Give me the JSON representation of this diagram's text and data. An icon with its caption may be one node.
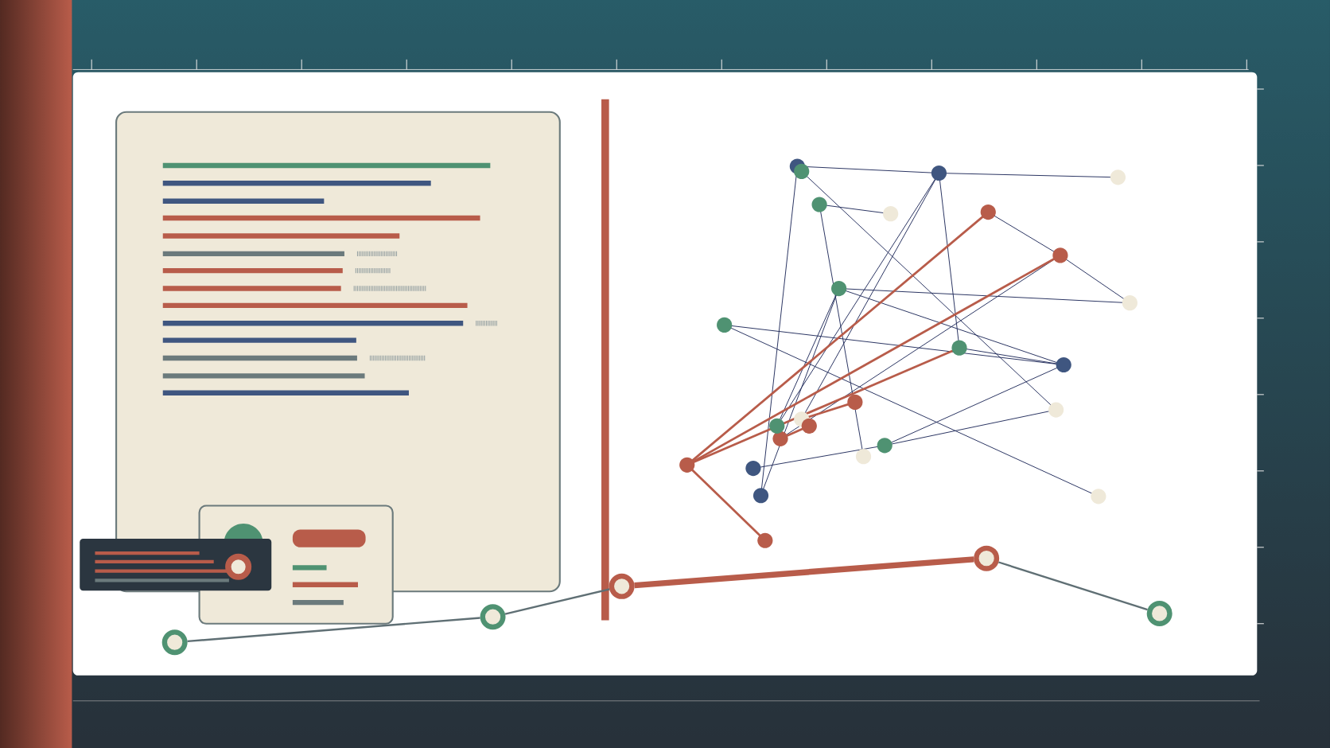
{
  "diagram": {
    "nodes": [
      {
        "text": [],
        "shape": "circle"
      },
      {
        "text": [],
        "shape": "circle"
      },
      {
        "text": [],
        "shape": "circle"
      },
      {
        "text": [],
        "shape": "circle"
      },
      {
        "text": [],
        "shape": "circle"
      }
    ],
    "edges": [
      {
        "from": 0,
        "to": 1,
        "arrow": "none"
      },
      {
        "from": 1,
        "to": 2,
        "arrow": "none"
      },
      {
        "from": 2,
        "to": 3,
        "arrow": "none",
        "style": "thick",
        "color": "#b85c4a"
      },
      {
        "from": 3,
        "to": 4,
        "arrow": "none"
      }
    ]
  }
}
